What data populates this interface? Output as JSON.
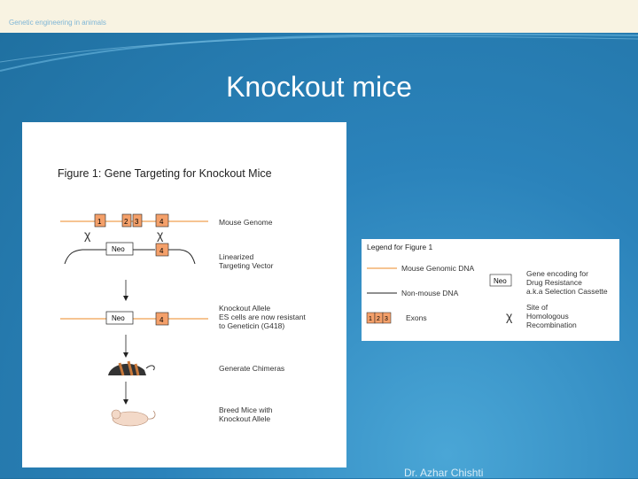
{
  "header": {
    "breadcrumb": "Genetic engineering in animals"
  },
  "slide": {
    "title": "Knockout mice",
    "author": "Dr. Azhar Chishti"
  },
  "figure": {
    "title": "Figure  1: Gene Targeting for Knockout Mice",
    "exon_labels": [
      "1",
      "2",
      "3",
      "4"
    ],
    "neo_label": "Neo",
    "steps": {
      "mouse_genome": "Mouse Genome",
      "vector_line1": "Linearized",
      "vector_line2": "Targeting Vector",
      "ko_line1": "Knockout Allele",
      "ko_line2": "ES cells are now resistant",
      "ko_line3": "to Geneticin (G418)",
      "chimeras": "Generate Chimeras",
      "breed_line1": "Breed Mice with",
      "breed_line2": "Knockout Allele"
    }
  },
  "legend": {
    "title": "Legend for Figure 1",
    "mouse_dna": "Mouse Genomic DNA",
    "non_mouse_dna": "Non-mouse DNA",
    "exons": "Exons",
    "neo": "Neo",
    "gene_line1": "Gene encoding for",
    "gene_line2": "Drug Resistance",
    "gene_line3": "a.k.a Selection Cassette",
    "site_line1": "Site of",
    "site_line2": "Homologous",
    "site_line3": "Recombination",
    "exon_numbers": [
      "1",
      "2",
      "3"
    ]
  },
  "colors": {
    "exon_fill": "#f4a06a",
    "mouse_dna_line": "#f0a050",
    "background": "#2b83bb",
    "header_bg": "#f8f3e2"
  }
}
